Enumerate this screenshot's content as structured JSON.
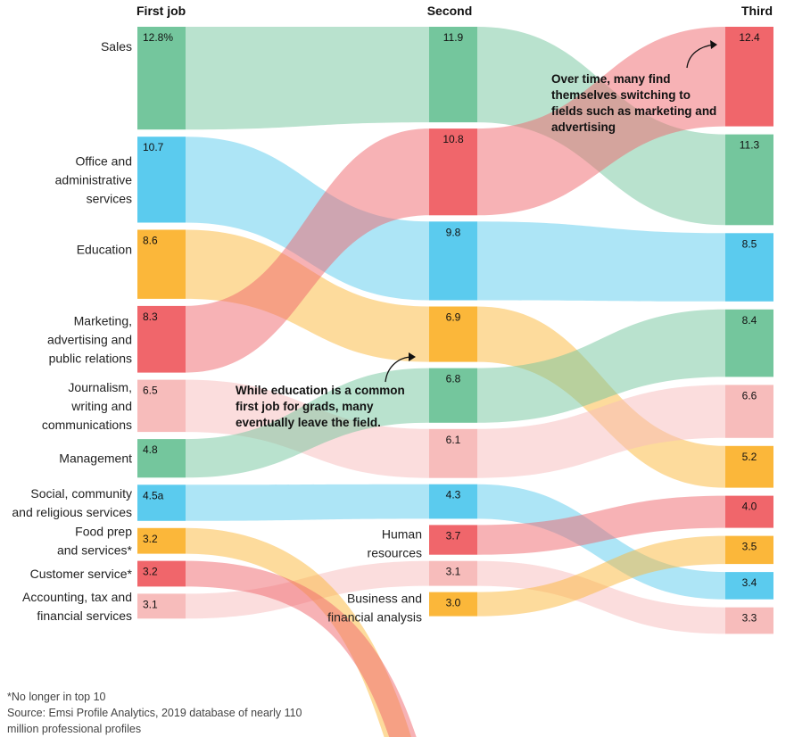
{
  "columns": {
    "first": "First job",
    "second": "Second",
    "third": "Third"
  },
  "colors": {
    "green": "#74c69d",
    "blue": "#5bcbee",
    "red": "#f0666b",
    "pink": "#f7bcbb",
    "yellow": "#fbb73a"
  },
  "chart_data": {
    "type": "sankey",
    "columns": [
      "First job",
      "Second",
      "Third"
    ],
    "first": [
      {
        "id": "f-sales",
        "name": [
          "Sales"
        ],
        "value": 12.8,
        "label": "12.8%",
        "color": "green"
      },
      {
        "id": "f-office",
        "name": [
          "Office and",
          "administrative",
          "services"
        ],
        "value": 10.7,
        "label": "10.7",
        "color": "blue"
      },
      {
        "id": "f-education",
        "name": [
          "Education"
        ],
        "value": 8.6,
        "label": "8.6",
        "color": "yellow"
      },
      {
        "id": "f-marketing",
        "name": [
          "Marketing,",
          "advertising and",
          "public relations"
        ],
        "value": 8.3,
        "label": "8.3",
        "color": "red"
      },
      {
        "id": "f-journalism",
        "name": [
          "Journalism,",
          "writing and",
          "communications"
        ],
        "value": 6.5,
        "label": "6.5",
        "color": "pink"
      },
      {
        "id": "f-management",
        "name": [
          "Management"
        ],
        "value": 4.8,
        "label": "4.8",
        "color": "green"
      },
      {
        "id": "f-social",
        "name": [
          "Social, community",
          "and religious services"
        ],
        "value": 4.5,
        "label": "4.5a",
        "color": "blue"
      },
      {
        "id": "f-food",
        "name": [
          "Food prep",
          "and services*"
        ],
        "value": 3.2,
        "label": "3.2",
        "color": "yellow"
      },
      {
        "id": "f-customer",
        "name": [
          "Customer service*"
        ],
        "value": 3.2,
        "label": "3.2",
        "color": "red"
      },
      {
        "id": "f-accounting",
        "name": [
          "Accounting, tax and",
          "financial services"
        ],
        "value": 3.1,
        "label": "3.1",
        "color": "pink"
      }
    ],
    "second": [
      {
        "id": "s-sales",
        "value": 11.9,
        "label": "11.9",
        "color": "green"
      },
      {
        "id": "s-marketing",
        "value": 10.8,
        "label": "10.8",
        "color": "red"
      },
      {
        "id": "s-office",
        "value": 9.8,
        "label": "9.8",
        "color": "blue"
      },
      {
        "id": "s-education",
        "value": 6.9,
        "label": "6.9",
        "color": "yellow"
      },
      {
        "id": "s-management",
        "value": 6.8,
        "label": "6.8",
        "color": "green"
      },
      {
        "id": "s-journalism",
        "value": 6.1,
        "label": "6.1",
        "color": "pink"
      },
      {
        "id": "s-social",
        "value": 4.3,
        "label": "4.3",
        "color": "blue"
      },
      {
        "id": "s-hr",
        "name": [
          "Human",
          "resources"
        ],
        "value": 3.7,
        "label": "3.7",
        "color": "red"
      },
      {
        "id": "s-accounting",
        "value": 3.1,
        "label": "3.1",
        "color": "pink"
      },
      {
        "id": "s-business",
        "name": [
          "Business and",
          "financial analysis"
        ],
        "value": 3.0,
        "label": "3.0",
        "color": "yellow"
      }
    ],
    "third": [
      {
        "id": "t-marketing",
        "value": 12.4,
        "label": "12.4",
        "color": "red"
      },
      {
        "id": "t-sales",
        "value": 11.3,
        "label": "11.3",
        "color": "green"
      },
      {
        "id": "t-office",
        "value": 8.5,
        "label": "8.5",
        "color": "blue"
      },
      {
        "id": "t-management",
        "value": 8.4,
        "label": "8.4",
        "color": "green"
      },
      {
        "id": "t-journalism",
        "value": 6.6,
        "label": "6.6",
        "color": "pink"
      },
      {
        "id": "t-education",
        "value": 5.2,
        "label": "5.2",
        "color": "yellow"
      },
      {
        "id": "t-hr",
        "value": 4.0,
        "label": "4.0",
        "color": "red"
      },
      {
        "id": "t-business",
        "value": 3.5,
        "label": "3.5",
        "color": "yellow"
      },
      {
        "id": "t-social",
        "value": 3.4,
        "label": "3.4",
        "color": "blue"
      },
      {
        "id": "t-accounting",
        "value": 3.3,
        "label": "3.3",
        "color": "pink"
      }
    ],
    "links_first_to_second": [
      {
        "from": "f-sales",
        "to": "s-sales",
        "color": "green"
      },
      {
        "from": "f-office",
        "to": "s-office",
        "color": "blue"
      },
      {
        "from": "f-education",
        "to": "s-education",
        "color": "yellow"
      },
      {
        "from": "f-marketing",
        "to": "s-marketing",
        "color": "red"
      },
      {
        "from": "f-journalism",
        "to": "s-journalism",
        "color": "pink"
      },
      {
        "from": "f-management",
        "to": "s-management",
        "color": "green"
      },
      {
        "from": "f-social",
        "to": "s-social",
        "color": "blue"
      },
      {
        "from": "f-accounting",
        "to": "s-accounting",
        "color": "pink"
      }
    ],
    "exits_first": [
      {
        "from": "f-food",
        "color": "yellow"
      },
      {
        "from": "f-customer",
        "color": "red"
      }
    ],
    "links_second_to_third": [
      {
        "from": "s-sales",
        "to": "t-sales",
        "color": "green"
      },
      {
        "from": "s-marketing",
        "to": "t-marketing",
        "color": "red"
      },
      {
        "from": "s-office",
        "to": "t-office",
        "color": "blue"
      },
      {
        "from": "s-education",
        "to": "t-education",
        "color": "yellow"
      },
      {
        "from": "s-management",
        "to": "t-management",
        "color": "green"
      },
      {
        "from": "s-journalism",
        "to": "t-journalism",
        "color": "pink"
      },
      {
        "from": "s-social",
        "to": "t-social",
        "color": "blue"
      },
      {
        "from": "s-hr",
        "to": "t-hr",
        "color": "red"
      },
      {
        "from": "s-accounting",
        "to": "t-accounting",
        "color": "pink"
      },
      {
        "from": "s-business",
        "to": "t-business",
        "color": "yellow"
      }
    ],
    "annotations": [
      {
        "id": "annot-marketing",
        "lines": [
          "Over time, many find",
          "themselves switching to",
          "fields such as marketing and",
          "advertising"
        ]
      },
      {
        "id": "annot-education",
        "lines": [
          "While education is a common",
          "first job for grads, many",
          "eventually leave the field."
        ]
      }
    ]
  },
  "footer": {
    "note": "*No longer in top 10",
    "source_line1": "Source: Emsi Profile Analytics, 2019 database of nearly 110",
    "source_line2": "million professional profiles"
  }
}
